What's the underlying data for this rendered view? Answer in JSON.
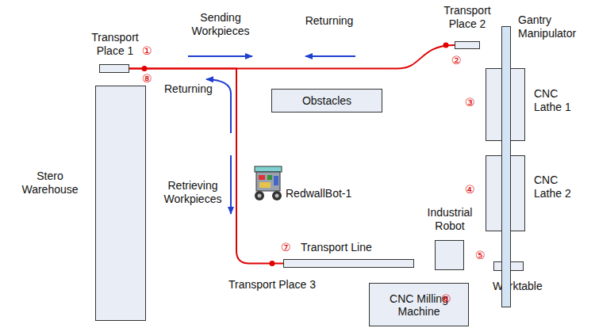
{
  "diagram": {
    "nodes": [
      {
        "text": [
          "Transport Place 1"
        ]
      },
      {
        "text": [
          "Stero Warehouse"
        ]
      },
      {
        "text": [
          "Obstacles"
        ]
      },
      {
        "text": [
          "Transport Place 2"
        ]
      },
      {
        "text": [
          "Gantry Manipulator"
        ]
      },
      {
        "text": [
          "CNC Lathe 1"
        ]
      },
      {
        "text": [
          "CNC Lathe 2"
        ]
      },
      {
        "text": [
          "Industrial Robot"
        ]
      },
      {
        "text": [
          "Worktable"
        ]
      },
      {
        "text": [
          "CNC Milling Machine"
        ]
      },
      {
        "text": [
          "Transport Line"
        ]
      }
    ],
    "edges": [
      {
        "from": 0,
        "to": 3,
        "arrow": "none"
      },
      {
        "from": 0,
        "to": 10,
        "arrow": "none"
      }
    ],
    "labels": [
      "①",
      "②",
      "③",
      "④",
      "⑤",
      "⑥",
      "⑦",
      "⑧",
      "Sending Workpieces",
      "Returning",
      "Returning",
      "Retrieving Workpieces",
      "RedwallBot-1",
      "Transport Place 3"
    ]
  }
}
